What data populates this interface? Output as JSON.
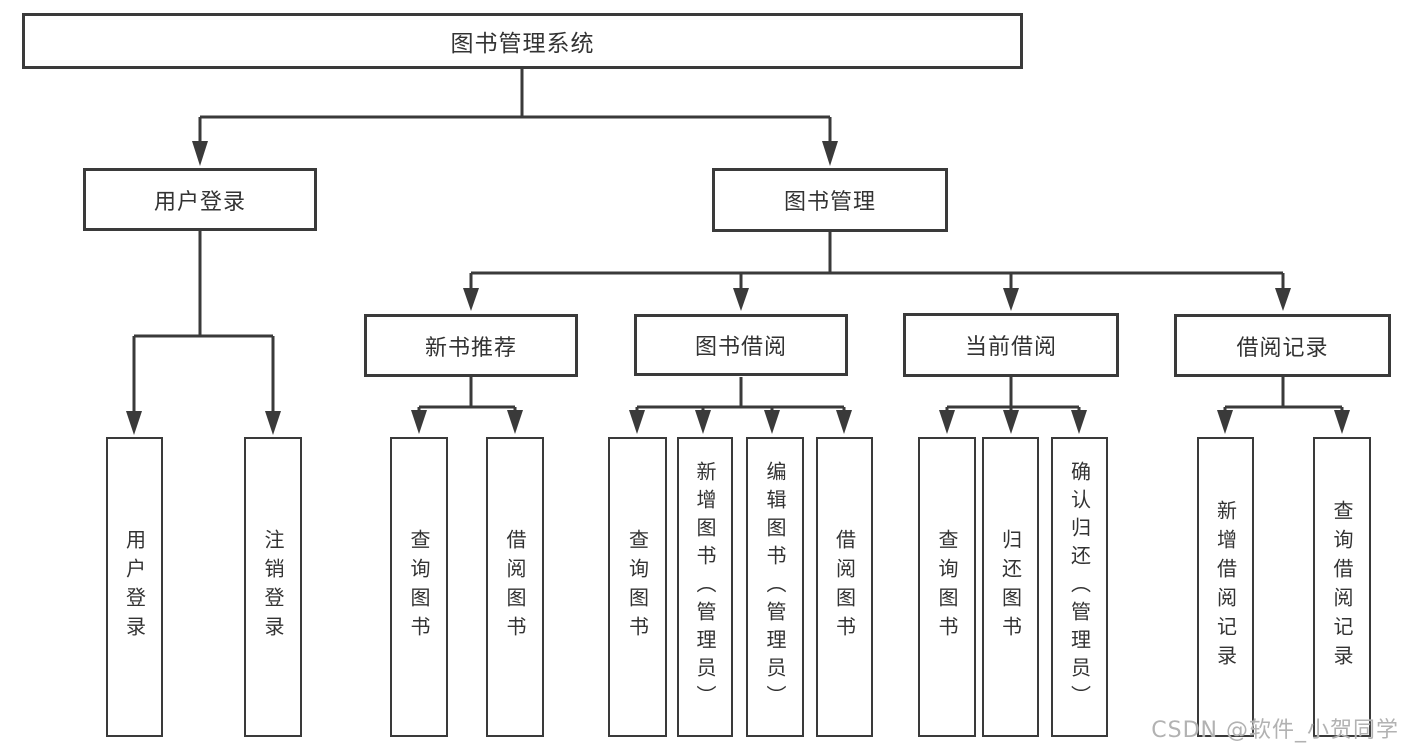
{
  "tree": {
    "root": "图书管理系统",
    "branches": [
      {
        "label": "用户登录",
        "children": [
          {
            "label": "用户登录"
          },
          {
            "label": "注销登录"
          }
        ]
      },
      {
        "label": "图书管理",
        "sections": [
          {
            "label": "新书推荐",
            "children": [
              {
                "label": "查询图书"
              },
              {
                "label": "借阅图书"
              }
            ]
          },
          {
            "label": "图书借阅",
            "children": [
              {
                "label": "查询图书"
              },
              {
                "label": "新增图书（管理员）"
              },
              {
                "label": "编辑图书（管理员）"
              },
              {
                "label": "借阅图书"
              }
            ]
          },
          {
            "label": "当前借阅",
            "children": [
              {
                "label": "查询图书"
              },
              {
                "label": "归还图书"
              },
              {
                "label": "确认归还（管理员）"
              }
            ]
          },
          {
            "label": "借阅记录",
            "children": [
              {
                "label": "新增借阅记录"
              },
              {
                "label": "查询借阅记录"
              }
            ]
          }
        ]
      }
    ]
  },
  "watermark": {
    "text": "CSDN @软件_小贺同学"
  },
  "colors": {
    "line": "#3a3a3a",
    "box_border": "#3a3a3a",
    "text": "#333333",
    "watermark": "#b2b2b2",
    "background": "#ffffff"
  }
}
